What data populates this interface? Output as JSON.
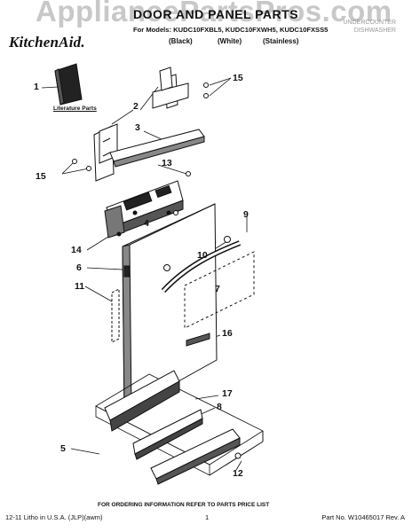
{
  "watermark": "AppliancePartsPros.com",
  "header": {
    "brand": "KitchenAid.",
    "title": "DOOR AND PANEL PARTS",
    "models": "For Models: KUDC10FXBL5, KUDC10FXWH5, KUDC10FXSS5",
    "colors": [
      "(Black)",
      "(White)",
      "(Stainless)"
    ],
    "appliance_lines": [
      "UNDERCOUNTER",
      "DISHWASHER"
    ]
  },
  "literature_label": "Literature Parts",
  "callouts": {
    "c1": "1",
    "c2": "2",
    "c3": "3",
    "c4": "4",
    "c5": "5",
    "c6": "6",
    "c7": "7",
    "c8": "8",
    "c9": "9",
    "c10": "10",
    "c11": "11",
    "c12": "12",
    "c13": "13",
    "c14": "14",
    "c15a": "15",
    "c15b": "15",
    "c16": "16",
    "c17": "17"
  },
  "footer": {
    "order_note": "FOR ORDERING INFORMATION REFER TO PARTS PRICE LIST",
    "litho": "12-11 Litho in U.S.A. (JLP)(awm)",
    "page": "1",
    "part_no": "Part No. W10465017 Rev. A"
  }
}
